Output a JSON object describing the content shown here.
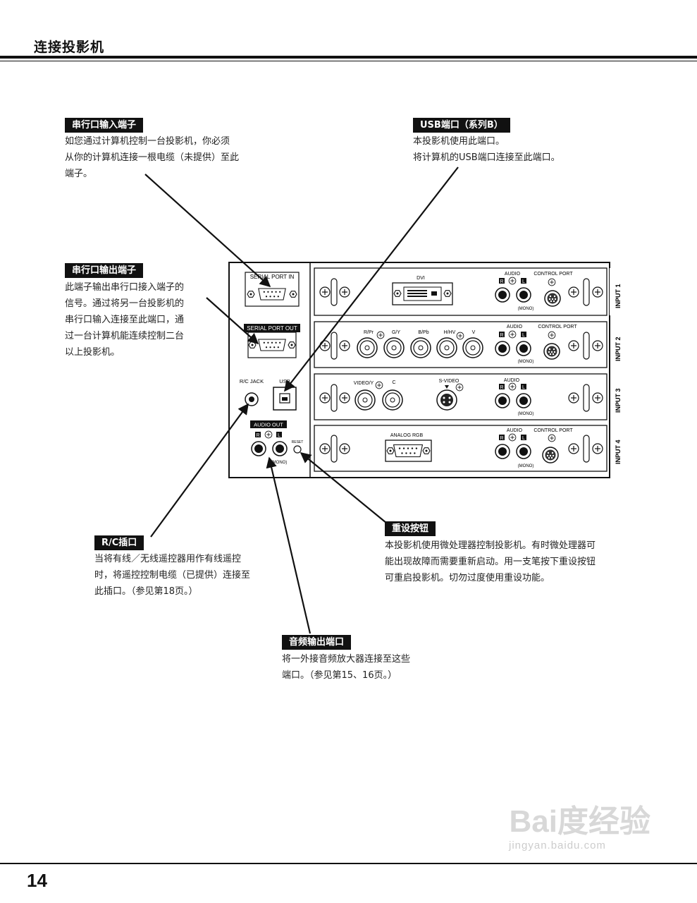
{
  "page": {
    "title": "连接投影机",
    "number": "14"
  },
  "callouts": {
    "serial_in": {
      "label": "串行口输入端子",
      "desc": [
        "如您通过计算机控制一台投影机，你必须",
        "从你的计算机连接一根电缆（未提供）至此",
        "端子。"
      ]
    },
    "usb": {
      "label": "USB端口（系列B）",
      "desc": [
        "本投影机使用此端口。",
        "将计算机的USB端口连接至此端口。"
      ]
    },
    "serial_out": {
      "label": "串行口输出端子",
      "desc": [
        "此端子输出串行口接入端子的",
        "信号。通过将另一台投影机的",
        "串行口输入连接至此端口，通",
        "过一台计算机能连续控制二台",
        "以上投影机。"
      ]
    },
    "rc": {
      "label": "R/C插口",
      "desc": [
        "当将有线／无线遥控器用作有线遥控",
        "时，将遥控控制电缆（已提供）连接至",
        "此插口。（参见第18页。）"
      ]
    },
    "reset": {
      "label": "重设按钮",
      "desc": [
        "本投影机使用微处理器控制投影机。有时微处理器可",
        "能出现故障而需要重新启动。用一支笔按下重设按钮",
        "可重启投影机。切勿过度使用重设功能。"
      ]
    },
    "audio_out": {
      "label": "音频输出端口",
      "desc": [
        "将一外接音频放大器连接至这些",
        "端口。（参见第15、16页。）"
      ]
    }
  },
  "panel": {
    "left": {
      "serial_in": "SERIAL PORT IN",
      "serial_out": "SERIAL PORT OUT",
      "rc_jack": "R/C JACK",
      "usb": "USB",
      "audio_out": "AUDIO OUT",
      "r": "R",
      "l": "L",
      "mono": "(MONO)",
      "reset": "RESET"
    },
    "inputs": [
      {
        "name": "INPUT 1",
        "dvi": "DVI",
        "audio": "AUDIO",
        "control": "CONTROL PORT",
        "r": "R",
        "l": "L",
        "mono": "(MONO)"
      },
      {
        "name": "INPUT 2",
        "rpr": "R/Pr",
        "gy": "G/Y",
        "bpb": "B/Pb",
        "hhv": "H/HV",
        "v": "V",
        "audio": "AUDIO",
        "control": "CONTROL PORT",
        "r": "R",
        "l": "L",
        "mono": "(MONO)"
      },
      {
        "name": "INPUT 3",
        "videoy": "VIDEO/Y",
        "c": "C",
        "svideo": "S-VIDEO",
        "audio": "AUDIO",
        "r": "R",
        "l": "L",
        "mono": "(MONO)"
      },
      {
        "name": "INPUT 4",
        "analog": "ANALOG RGB",
        "audio": "AUDIO",
        "control": "CONTROL PORT",
        "r": "R",
        "l": "L",
        "mono": "(MONO)"
      }
    ]
  },
  "watermark": {
    "logo": "Bai度经验",
    "url": "jingyan.baidu.com"
  }
}
